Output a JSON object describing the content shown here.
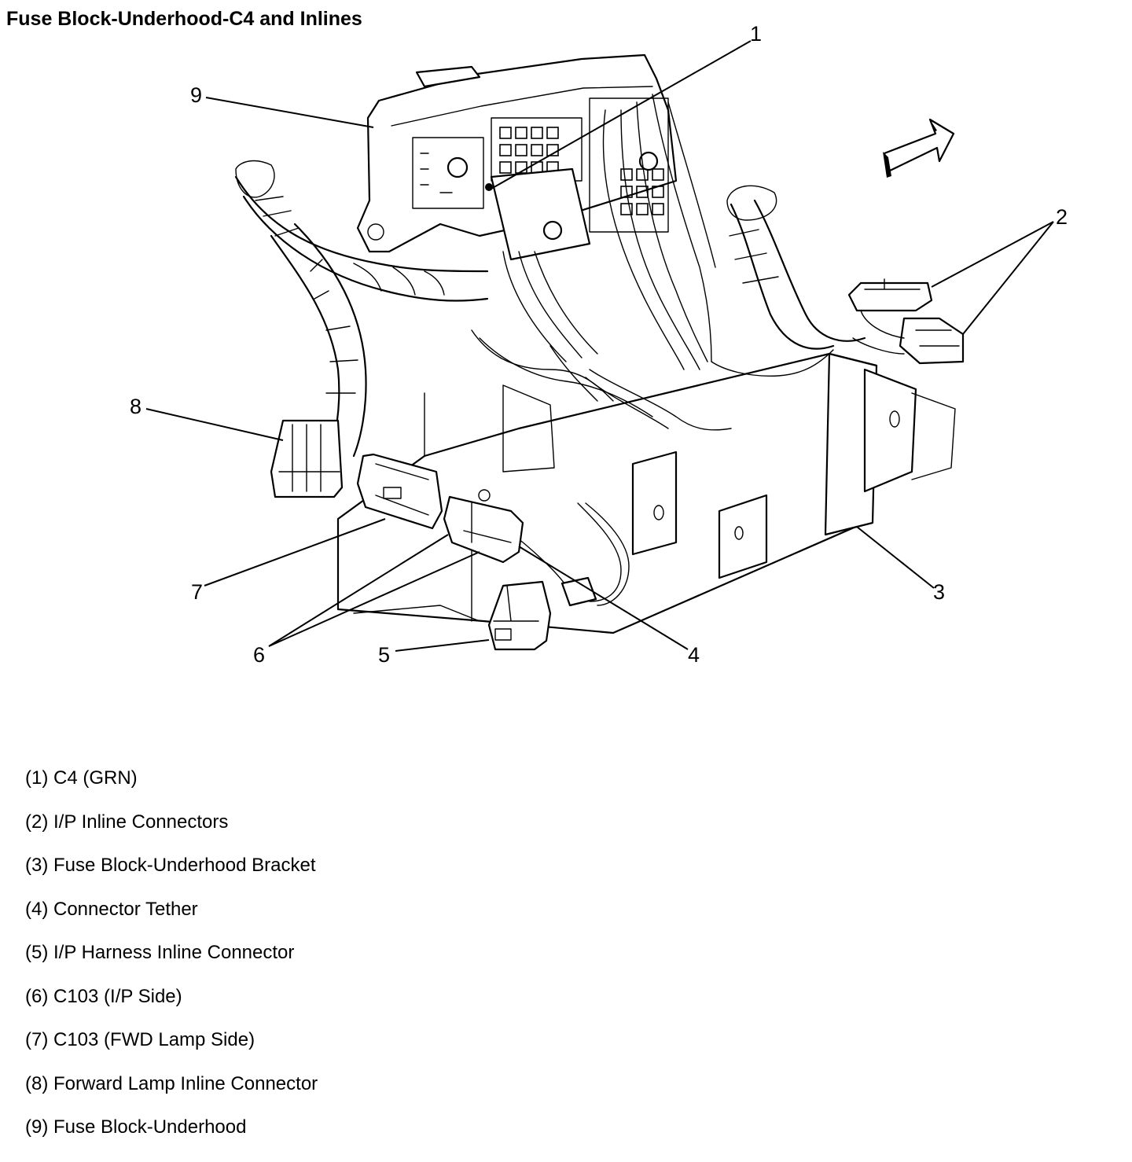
{
  "title": "Fuse Block-Underhood-C4 and Inlines",
  "callouts": [
    "1",
    "2",
    "3",
    "4",
    "5",
    "6",
    "7",
    "8",
    "9"
  ],
  "legend": [
    "(1) C4 (GRN)",
    "(2) I/P Inline Connectors",
    "(3) Fuse Block-Underhood Bracket",
    "(4) Connector Tether",
    "(5) I/P Harness Inline Connector",
    "(6) C103 (I/P Side)",
    "(7) C103 (FWD Lamp Side)",
    "(8) Forward Lamp Inline Connector",
    "(9) Fuse Block-Underhood"
  ]
}
